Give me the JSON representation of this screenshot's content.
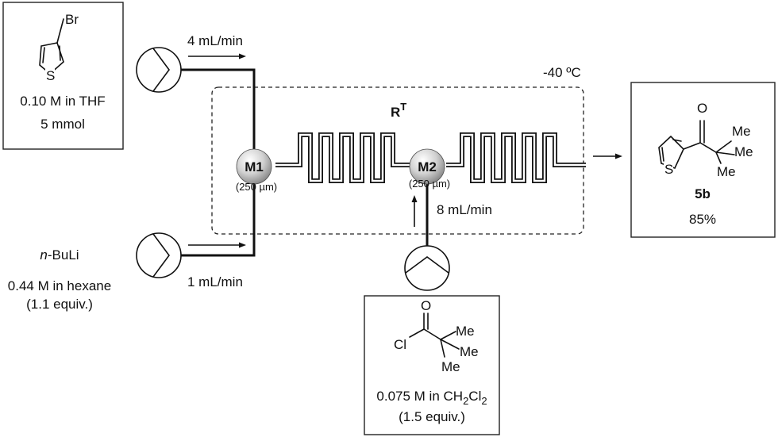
{
  "temperature": "-40 ºC",
  "reactor": {
    "label": "R",
    "superscript": "T"
  },
  "mixers": [
    {
      "label": "M1",
      "size": "(250 µm)"
    },
    {
      "label": "M2",
      "size": "(250 µm)"
    }
  ],
  "flows": {
    "top": "4 mL/min",
    "bottom": "1 mL/min",
    "side": "8 mL/min"
  },
  "substrate": {
    "atom_br": "Br",
    "atom_s": "S",
    "concentration": "0.10 M in THF",
    "amount": "5 mmol"
  },
  "base": {
    "prefix": "n",
    "name": "-BuLi",
    "concentration": "0.44 M in hexane",
    "equiv": "(1.1 equiv.)"
  },
  "reagent": {
    "atom_o": "O",
    "atom_cl": "Cl",
    "me1": "Me",
    "me2": "Me",
    "me3": "Me",
    "conc_prefix": "0.075 M in CH",
    "conc_sub1": "2",
    "conc_mid": "Cl",
    "conc_sub2": "2",
    "equiv": "(1.5 equiv.)"
  },
  "product": {
    "atom_o": "O",
    "atom_s": "S",
    "me1": "Me",
    "me2": "Me",
    "me3": "Me",
    "label": "5b",
    "yield": "85%"
  }
}
